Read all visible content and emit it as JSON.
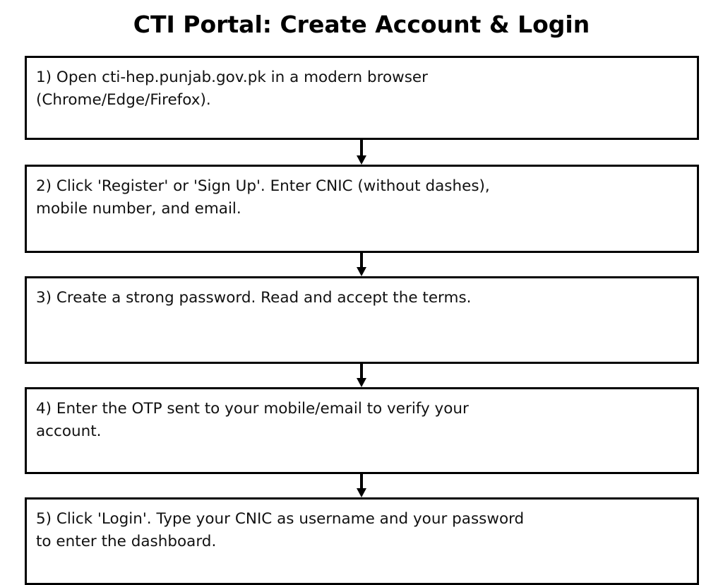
{
  "title": "CTI Portal: Create Account & Login",
  "diagram": {
    "type": "flowchart",
    "orientation": "vertical",
    "connector": "down-arrow",
    "background_color": "#ffffff",
    "box_border_color": "#000000",
    "text_color": "#000000",
    "steps": [
      {
        "number": "1",
        "text": "1) Open cti-hep.punjab.gov.pk in a modern browser\n(Chrome/Edge/Firefox)."
      },
      {
        "number": "2",
        "text": "2) Click 'Register' or 'Sign Up'. Enter CNIC (without dashes),\nmobile number, and email."
      },
      {
        "number": "3",
        "text": "3) Create a strong password. Read and accept the terms."
      },
      {
        "number": "4",
        "text": "4) Enter the OTP sent to your mobile/email to verify your\naccount."
      },
      {
        "number": "5",
        "text": "5) Click 'Login'. Type your CNIC as username and your password\nto enter the dashboard."
      }
    ],
    "arrows": [
      {
        "from": "1",
        "to": "2"
      },
      {
        "from": "2",
        "to": "3"
      },
      {
        "from": "3",
        "to": "4"
      },
      {
        "from": "4",
        "to": "5"
      }
    ]
  }
}
